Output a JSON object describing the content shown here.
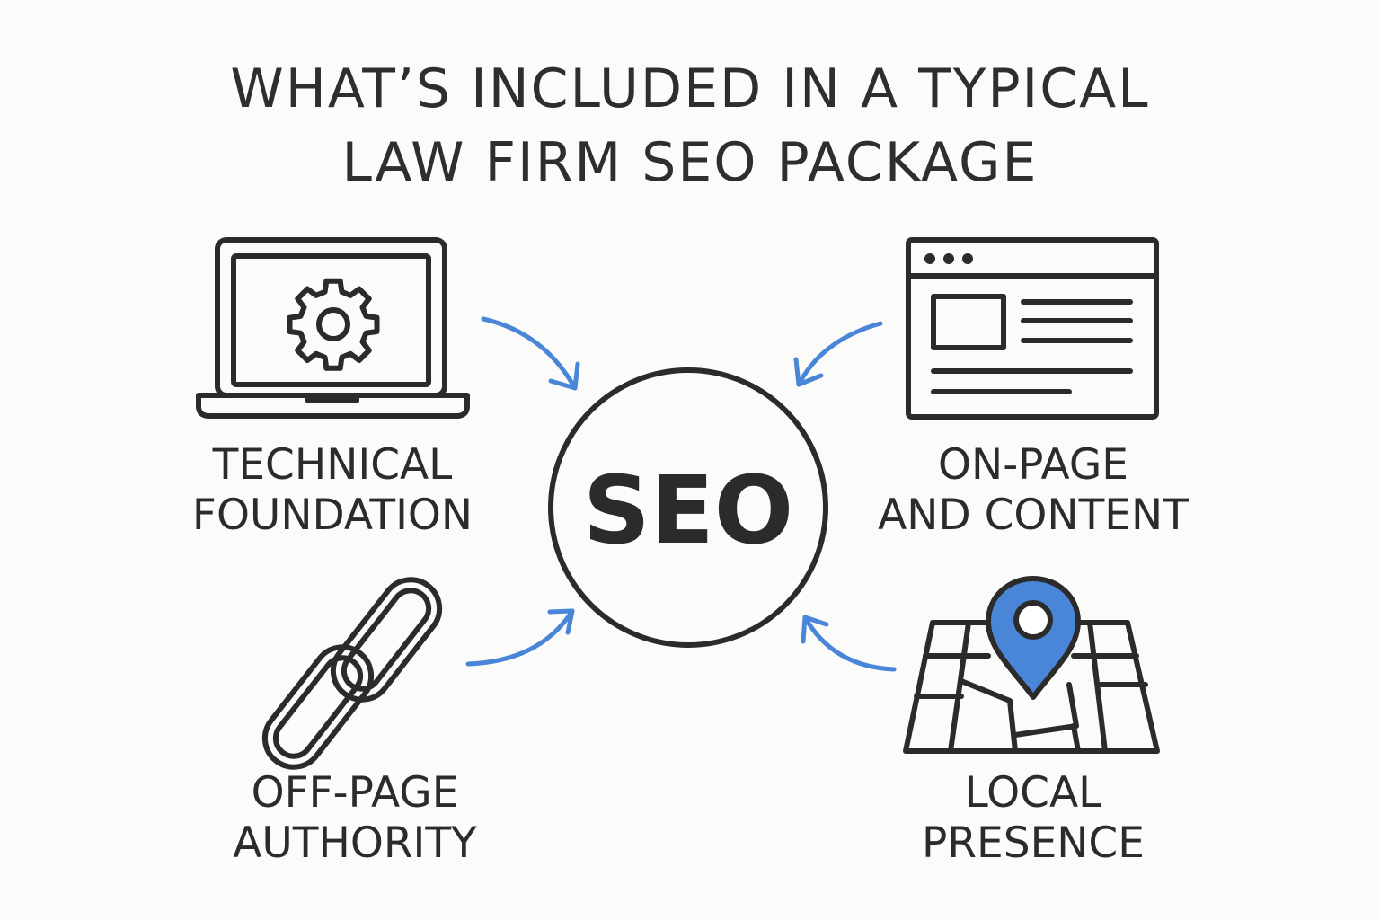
{
  "title": {
    "line1": "WHAT’S INCLUDED IN A TYPICAL",
    "line2": "LAW FIRM SEO PACKAGE"
  },
  "center": {
    "label": "SEO"
  },
  "nodes": {
    "technical": {
      "line1": "TECHNICAL",
      "line2": "FOUNDATION",
      "icon": "laptop-gear-icon"
    },
    "onpage": {
      "line1": "ON-PAGE",
      "line2": "AND CONTENT",
      "icon": "browser-window-icon"
    },
    "offpage": {
      "line1": "OFF-PAGE",
      "line2": "AUTHORITY",
      "icon": "chain-link-icon"
    },
    "local": {
      "line1": "LOCAL",
      "line2": "PRESENCE",
      "icon": "map-pin-icon"
    }
  },
  "colors": {
    "ink": "#2b2b2b",
    "accent": "#4a86d8",
    "background": "#fbfbf9"
  }
}
